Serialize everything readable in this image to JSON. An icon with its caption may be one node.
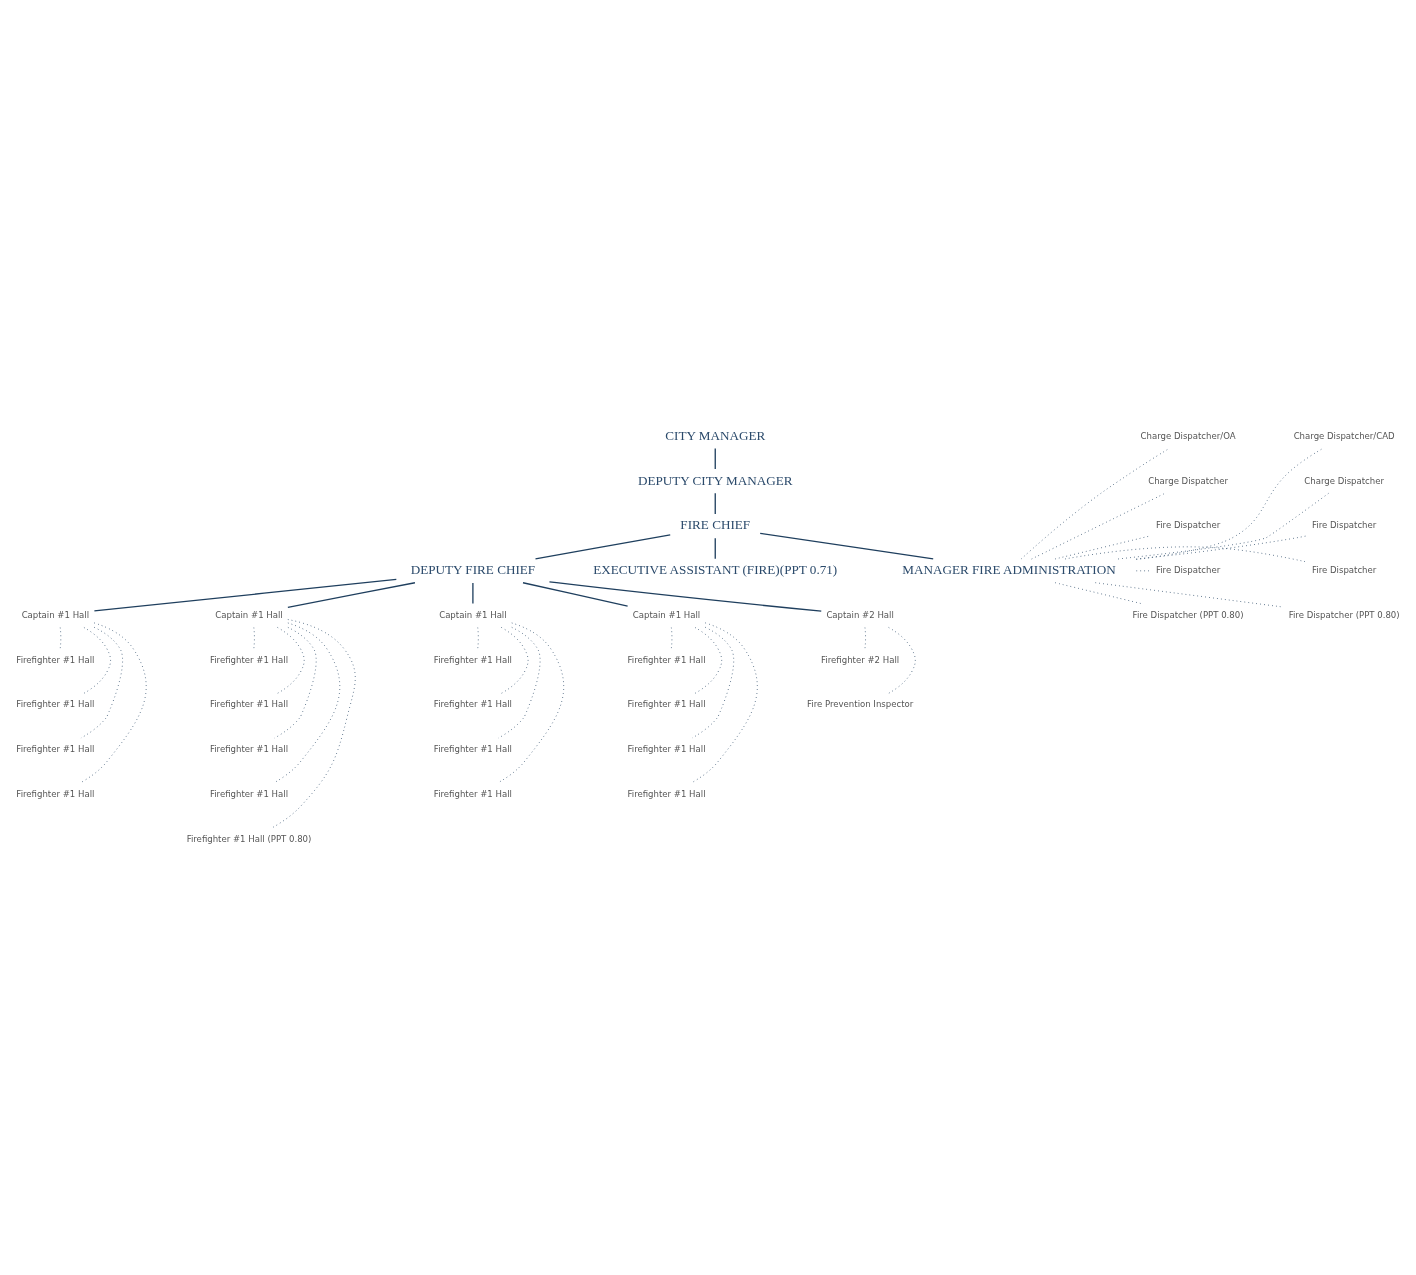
{
  "diagram": {
    "nodes": [
      {
        "text": [
          "CITY MANAGER"
        ]
      },
      {
        "text": [
          "DEPUTY CITY MANAGER"
        ]
      },
      {
        "text": [
          "FIRE CHIEF"
        ]
      },
      {
        "text": [
          "DEPUTY FIRE CHIEF"
        ]
      },
      {
        "text": [
          "EXECUTIVE ASSISTANT (FIRE)(PPT 0.71)"
        ]
      },
      {
        "text": [
          "MANAGER FIRE ADMINISTRATION"
        ]
      },
      {
        "text": [
          "Captain #1 Hall"
        ]
      },
      {
        "text": [
          "Firefighter #1 Hall"
        ]
      },
      {
        "text": [
          "Firefighter #1 Hall"
        ]
      },
      {
        "text": [
          "Firefighter #1 Hall"
        ]
      },
      {
        "text": [
          "Firefighter #1 Hall"
        ]
      },
      {
        "text": [
          "Captain #1 Hall"
        ]
      },
      {
        "text": [
          "Firefighter #1 Hall"
        ]
      },
      {
        "text": [
          "Firefighter #1 Hall"
        ]
      },
      {
        "text": [
          "Firefighter #1 Hall"
        ]
      },
      {
        "text": [
          "Firefighter #1 Hall"
        ]
      },
      {
        "text": [
          "Firefighter #1 Hall (PPT 0.80)"
        ]
      },
      {
        "text": [
          "Captain #1 Hall"
        ]
      },
      {
        "text": [
          "Firefighter #1 Hall"
        ]
      },
      {
        "text": [
          "Firefighter #1 Hall"
        ]
      },
      {
        "text": [
          "Firefighter #1 Hall"
        ]
      },
      {
        "text": [
          "Firefighter #1 Hall"
        ]
      },
      {
        "text": [
          "Captain #1 Hall"
        ]
      },
      {
        "text": [
          "Firefighter #1 Hall"
        ]
      },
      {
        "text": [
          "Firefighter #1 Hall"
        ]
      },
      {
        "text": [
          "Firefighter #1 Hall"
        ]
      },
      {
        "text": [
          "Firefighter #1 Hall"
        ]
      },
      {
        "text": [
          "Captain #2 Hall"
        ]
      },
      {
        "text": [
          "Firefighter #2 Hall"
        ]
      },
      {
        "text": [
          "Fire Prevention Inspector"
        ]
      },
      {
        "text": [
          "Charge Dispatcher/OA"
        ]
      },
      {
        "text": [
          "Charge Dispatcher/CAD"
        ]
      },
      {
        "text": [
          "Charge Dispatcher"
        ]
      },
      {
        "text": [
          "Charge Dispatcher"
        ]
      },
      {
        "text": [
          "Fire Dispatcher"
        ]
      },
      {
        "text": [
          "Fire Dispatcher"
        ]
      },
      {
        "text": [
          "Fire Dispatcher"
        ]
      },
      {
        "text": [
          "Fire Dispatcher"
        ]
      },
      {
        "text": [
          "Fire Dispatcher (PPT 0.80)"
        ]
      },
      {
        "text": [
          "Fire Dispatcher (PPT 0.80)"
        ]
      }
    ],
    "edges": [
      {
        "from": 0,
        "to": 1,
        "arrow": "none"
      },
      {
        "from": 1,
        "to": 2,
        "arrow": "none"
      },
      {
        "from": 2,
        "to": 3,
        "arrow": "none"
      },
      {
        "from": 2,
        "to": 4,
        "arrow": "none"
      },
      {
        "from": 2,
        "to": 5,
        "arrow": "none"
      },
      {
        "from": 3,
        "to": 6,
        "arrow": "none"
      },
      {
        "from": 3,
        "to": 11,
        "arrow": "none"
      },
      {
        "from": 3,
        "to": 17,
        "arrow": "none"
      },
      {
        "from": 3,
        "to": 22,
        "arrow": "none"
      },
      {
        "from": 3,
        "to": 27,
        "arrow": "none"
      },
      {
        "from": 6,
        "to": 7,
        "arrow": "none",
        "style": "dashed"
      },
      {
        "from": 6,
        "to": 8,
        "arrow": "none",
        "style": "dashed"
      },
      {
        "from": 6,
        "to": 9,
        "arrow": "none",
        "style": "dashed"
      },
      {
        "from": 6,
        "to": 10,
        "arrow": "none",
        "style": "dashed"
      },
      {
        "from": 11,
        "to": 12,
        "arrow": "none",
        "style": "dashed"
      },
      {
        "from": 11,
        "to": 13,
        "arrow": "none",
        "style": "dashed"
      },
      {
        "from": 11,
        "to": 14,
        "arrow": "none",
        "style": "dashed"
      },
      {
        "from": 11,
        "to": 15,
        "arrow": "none",
        "style": "dashed"
      },
      {
        "from": 11,
        "to": 16,
        "arrow": "none",
        "style": "dashed"
      },
      {
        "from": 17,
        "to": 18,
        "arrow": "none",
        "style": "dashed"
      },
      {
        "from": 17,
        "to": 19,
        "arrow": "none",
        "style": "dashed"
      },
      {
        "from": 17,
        "to": 20,
        "arrow": "none",
        "style": "dashed"
      },
      {
        "from": 17,
        "to": 21,
        "arrow": "none",
        "style": "dashed"
      },
      {
        "from": 22,
        "to": 23,
        "arrow": "none",
        "style": "dashed"
      },
      {
        "from": 22,
        "to": 24,
        "arrow": "none",
        "style": "dashed"
      },
      {
        "from": 22,
        "to": 25,
        "arrow": "none",
        "style": "dashed"
      },
      {
        "from": 22,
        "to": 26,
        "arrow": "none",
        "style": "dashed"
      },
      {
        "from": 27,
        "to": 28,
        "arrow": "none",
        "style": "dashed"
      },
      {
        "from": 27,
        "to": 29,
        "arrow": "none",
        "style": "dashed"
      },
      {
        "from": 5,
        "to": 30,
        "arrow": "none",
        "style": "dashed"
      },
      {
        "from": 5,
        "to": 31,
        "arrow": "none",
        "style": "dashed"
      },
      {
        "from": 5,
        "to": 32,
        "arrow": "none",
        "style": "dashed"
      },
      {
        "from": 5,
        "to": 33,
        "arrow": "none",
        "style": "dashed"
      },
      {
        "from": 5,
        "to": 34,
        "arrow": "none",
        "style": "dashed"
      },
      {
        "from": 5,
        "to": 35,
        "arrow": "none",
        "style": "dashed"
      },
      {
        "from": 5,
        "to": 36,
        "arrow": "none",
        "style": "dashed"
      },
      {
        "from": 5,
        "to": 37,
        "arrow": "none",
        "style": "dashed"
      },
      {
        "from": 5,
        "to": 38,
        "arrow": "none",
        "style": "dashed"
      },
      {
        "from": 5,
        "to": 39,
        "arrow": "none",
        "style": "dashed"
      }
    ]
  }
}
